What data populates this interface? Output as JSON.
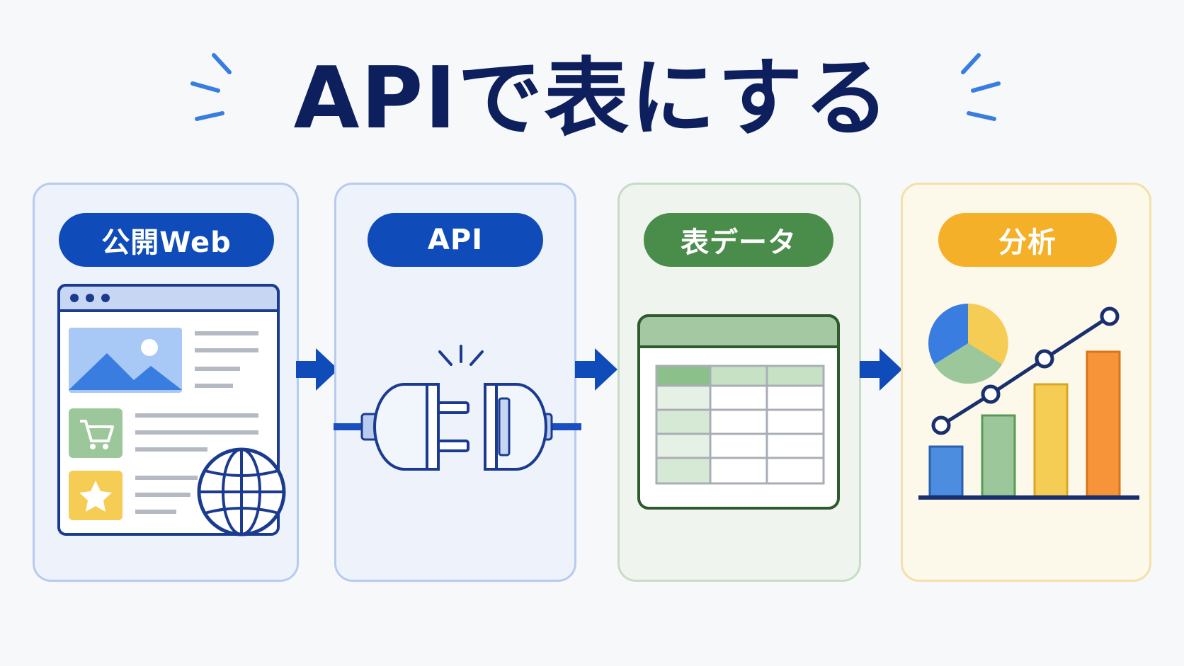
{
  "title": "APIで表にする",
  "steps": [
    {
      "label": "公開Web",
      "icon": "browser-globe-icon"
    },
    {
      "label": "API",
      "icon": "plug-connector-icon"
    },
    {
      "label": "表データ",
      "icon": "spreadsheet-table-icon"
    },
    {
      "label": "分析",
      "icon": "analytics-chart-icon"
    }
  ],
  "colors": {
    "title": "#0d1f5c",
    "blue": "#0f4cba",
    "green": "#4a8c4a",
    "orange": "#f5b02a"
  }
}
